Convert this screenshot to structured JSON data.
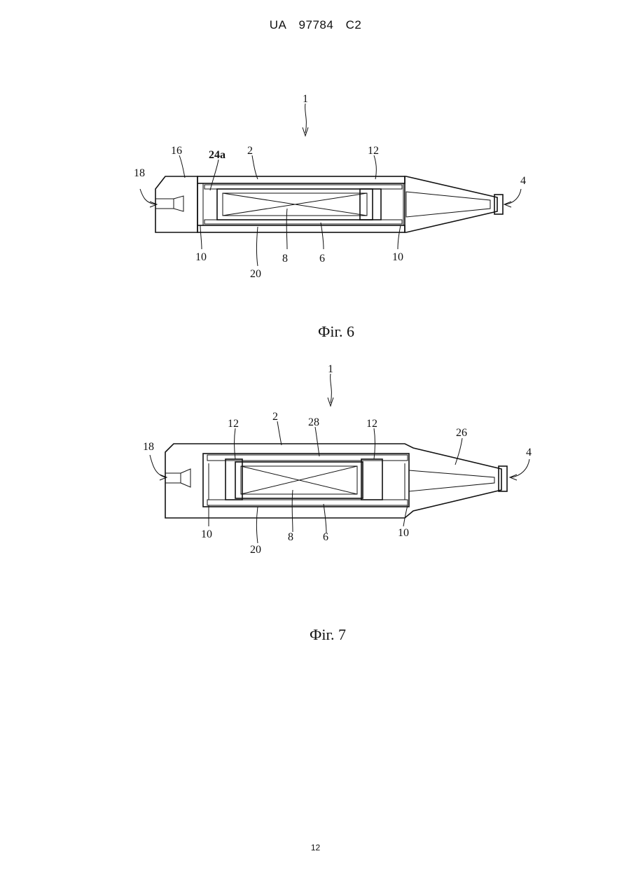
{
  "header": {
    "country": "UA",
    "number": "97784",
    "kind": "C2"
  },
  "figures": [
    {
      "caption": "Фіг. 6",
      "labels": {
        "l1": "1",
        "l2": "2",
        "l4": "4",
        "l6": "6",
        "l8": "8",
        "l10a": "10",
        "l10b": "10",
        "l12": "12",
        "l16": "16",
        "l18": "18",
        "l20": "20",
        "l24a": "24a"
      }
    },
    {
      "caption": "Фіг. 7",
      "labels": {
        "l1": "1",
        "l2": "2",
        "l4": "4",
        "l6": "6",
        "l8": "8",
        "l10a": "10",
        "l10b": "10",
        "l12a": "12",
        "l12b": "12",
        "l18": "18",
        "l20": "20",
        "l26": "26",
        "l28": "28"
      }
    }
  ],
  "page_number": "12"
}
